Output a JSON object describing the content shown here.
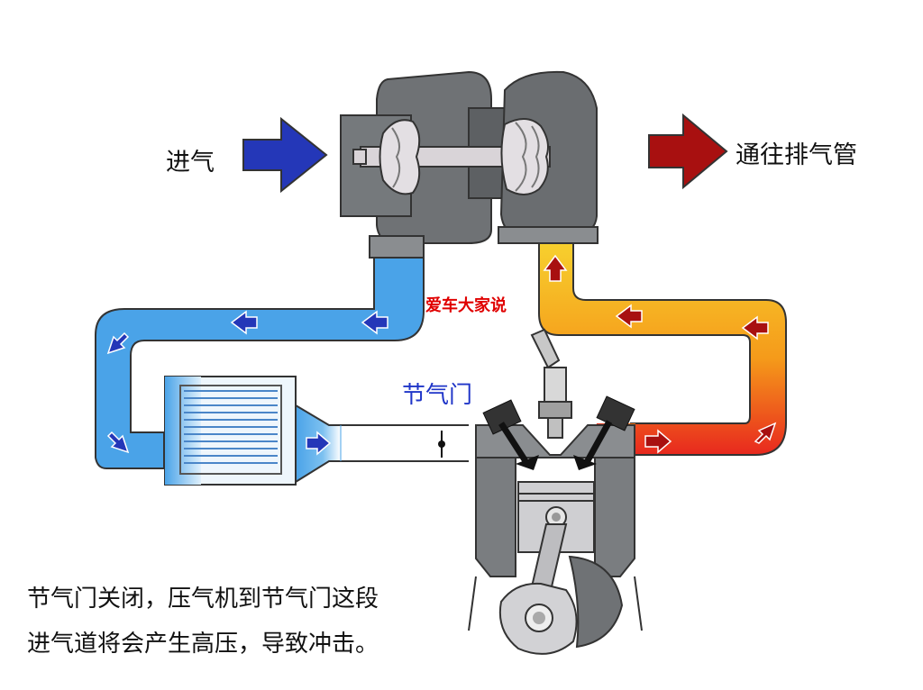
{
  "labels": {
    "intake": "进气",
    "exhaust": "通往排气管",
    "watermark": "爱车大家说",
    "throttle": "节气门"
  },
  "caption": {
    "line1": "节气门关闭，压气机到节气门这段",
    "line2": "进气道将会产生高压，导致冲击。"
  },
  "colors": {
    "cold_air": "#4aa3e8",
    "hot_exhaust_top": "#f5c62a",
    "hot_exhaust_bottom": "#e8281e",
    "intake_arrow": "#2437b8",
    "exhaust_arrow": "#a81010",
    "throttle_label": "#1f35c8",
    "watermark": "#e00000"
  }
}
